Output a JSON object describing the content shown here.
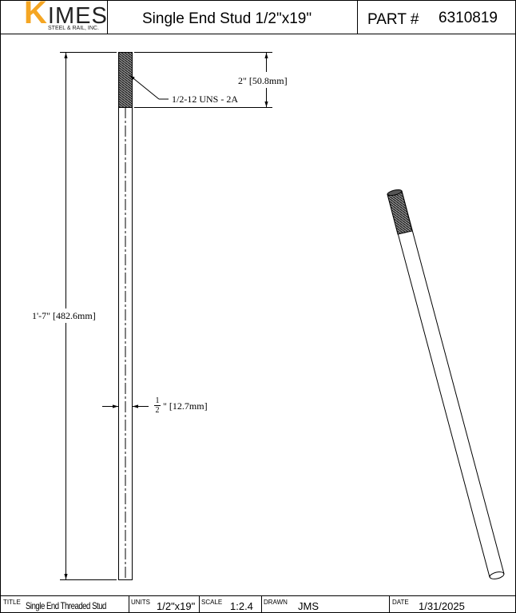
{
  "header": {
    "logo_main": "KIMES",
    "logo_sub": "STEEL & RAIL, INC.",
    "title": "Single End Stud 1/2\"x19\"",
    "part_label": "PART #",
    "part_number": "6310819"
  },
  "drawing": {
    "overall_length": "1'-7\" [482.6mm]",
    "thread_length": "2\" [50.8mm]",
    "thread_spec": "1/2-12 UNS - 2A",
    "diameter_num": "1",
    "diameter_den": "2",
    "diameter_suffix": "\" [12.7mm]"
  },
  "title_block": {
    "title_label": "TITLE",
    "title_value": "Single End Threaded Stud",
    "units_label": "UNITS",
    "units_value": "1/2\"x19\"",
    "scale_label": "SCALE",
    "scale_value": "1:2.4",
    "drawn_label": "DRAWN",
    "drawn_value": "JMS",
    "date_label": "DATE",
    "date_value": "1/31/2025"
  },
  "colors": {
    "logo_accent": "#F5A623"
  }
}
